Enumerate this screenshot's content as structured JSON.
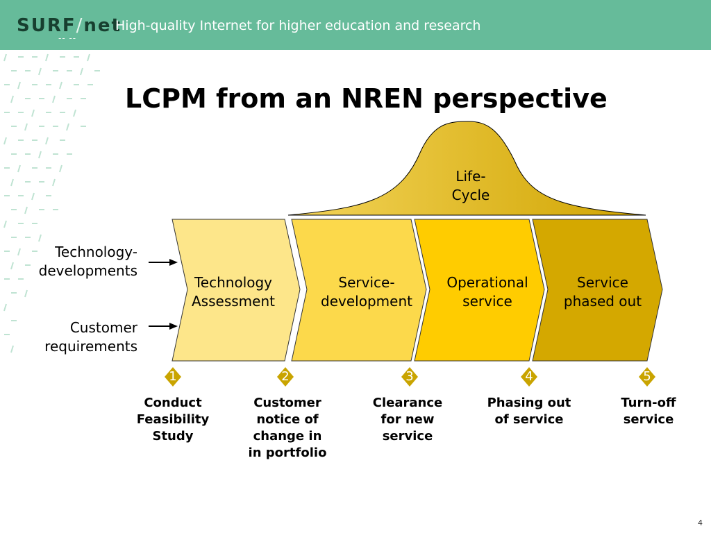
{
  "header": {
    "logo_text": "SURF",
    "logo_slash": "/",
    "logo_net": "net",
    "logo_marks": "-- --",
    "tagline": "High-quality Internet for higher education and research"
  },
  "title": "LCPM from an NREN perspective",
  "lifecycle": {
    "label_line1": "Life-",
    "label_line2": "Cycle"
  },
  "inputs": [
    {
      "line1": "Technology-",
      "line2": "developments"
    },
    {
      "line1": "Customer",
      "line2": "requirements"
    }
  ],
  "phases": [
    {
      "line1": "Technology",
      "line2": "Assessment",
      "color": "#fde68a"
    },
    {
      "line1": "Service-",
      "line2": "development",
      "color": "#fcd94b"
    },
    {
      "line1": "Operational",
      "line2": "service",
      "color": "#ffcc00"
    },
    {
      "line1": "Service",
      "line2": "phased out",
      "color": "#d4a800"
    }
  ],
  "milestones": [
    {
      "number": "1",
      "line1": "Conduct",
      "line2": "Feasibility",
      "line3": "Study",
      "line4": ""
    },
    {
      "number": "2",
      "line1": "Customer",
      "line2": "notice of",
      "line3": "change in",
      "line4": "in portfolio"
    },
    {
      "number": "3",
      "line1": "Clearance",
      "line2": "for new",
      "line3": "service",
      "line4": ""
    },
    {
      "number": "4",
      "line1": "Phasing out",
      "line2": "of service",
      "line3": "",
      "line4": ""
    },
    {
      "number": "5",
      "line1": "Turn-off",
      "line2": "service",
      "line3": "",
      "line4": ""
    }
  ],
  "colors": {
    "header": "#66bb9a",
    "diamond": "#c9a400",
    "bell_left": "#f0cc4a",
    "bell_right": "#d4a800"
  },
  "page_number": "4"
}
